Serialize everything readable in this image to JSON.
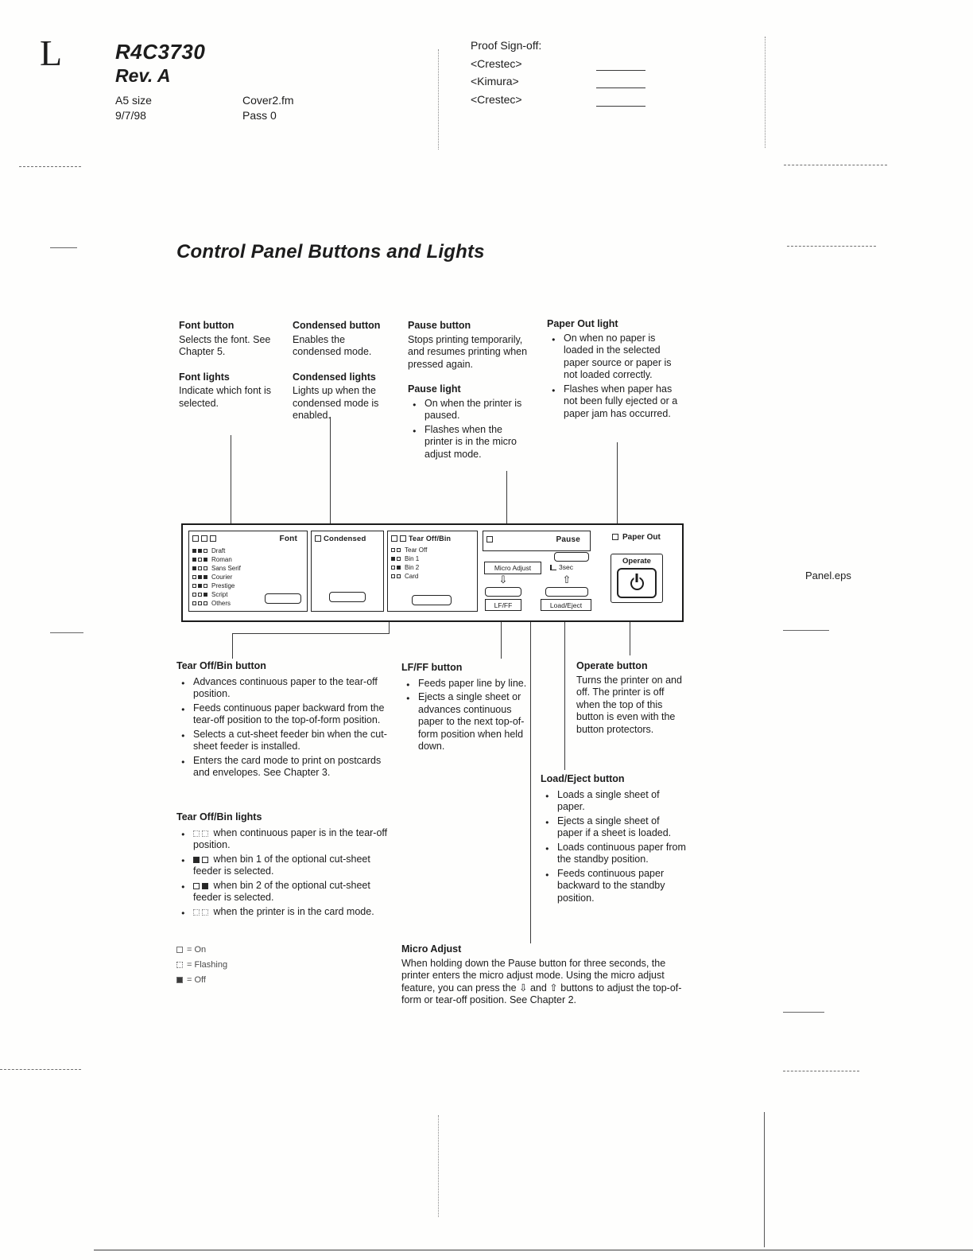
{
  "header": {
    "corner_letter": "L",
    "doc_id": "R4C3730",
    "revision": "Rev. A",
    "paper_size": "A5 size",
    "date": "9/7/98",
    "file_name": "Cover2.fm",
    "pass": "Pass 0",
    "proof_signoff_label": "Proof Sign-off:",
    "signers": [
      "<Crestec>",
      "<Kimura>",
      "<Crestec>"
    ]
  },
  "title": "Control Panel Buttons and Lights",
  "figure_label": "Panel.eps",
  "icons": {
    "down_arrow": "⇩",
    "up_arrow": "⇧"
  },
  "callouts_top": {
    "font_button": {
      "title": "Font button",
      "body": "Selects the font. See Chapter 5."
    },
    "font_lights": {
      "title": "Font lights",
      "body": "Indicate which font is selected."
    },
    "condensed_button": {
      "title": "Condensed button",
      "body": "Enables the condensed mode."
    },
    "condensed_lights": {
      "title": "Condensed lights",
      "body": "Lights up when the condensed mode is enabled."
    },
    "pause_button": {
      "title": "Pause button",
      "body": "Stops printing temporarily, and resumes printing when pressed again."
    },
    "pause_light": {
      "title": "Pause light",
      "bullets": [
        "On when the printer is paused.",
        "Flashes when the printer is in the micro adjust mode."
      ]
    },
    "paper_out_light": {
      "title": "Paper Out light",
      "bullets": [
        "On when no paper is loaded in the selected paper source or paper is not loaded correctly.",
        "Flashes when paper has not been fully ejected or a paper jam has occurred."
      ]
    }
  },
  "panel": {
    "font": {
      "label": "Font",
      "header_leds": [
        "open",
        "open",
        "open"
      ],
      "rows": [
        {
          "leds": [
            "solid",
            "solid",
            "open"
          ],
          "label": "Draft"
        },
        {
          "leds": [
            "solid",
            "open",
            "solid"
          ],
          "label": "Roman"
        },
        {
          "leds": [
            "solid",
            "open",
            "open"
          ],
          "label": "Sans Serif"
        },
        {
          "leds": [
            "open",
            "solid",
            "solid"
          ],
          "label": "Courier"
        },
        {
          "leds": [
            "open",
            "solid",
            "open"
          ],
          "label": "Prestige"
        },
        {
          "leds": [
            "open",
            "open",
            "solid"
          ],
          "label": "Script"
        },
        {
          "leds": [
            "open",
            "open",
            "open"
          ],
          "label": "Others"
        }
      ]
    },
    "condensed": {
      "label": "Condensed",
      "header_leds": [
        "open"
      ]
    },
    "tearoff": {
      "label": "Tear Off/Bin",
      "header_leds": [
        "open",
        "open"
      ],
      "rows": [
        {
          "leds": [
            "open",
            "open"
          ],
          "label": "Tear Off"
        },
        {
          "leds": [
            "solid",
            "open"
          ],
          "label": "Bin 1"
        },
        {
          "leds": [
            "open",
            "solid"
          ],
          "label": "Bin 2"
        },
        {
          "leds": [
            "open",
            "open"
          ],
          "label": "Card"
        }
      ]
    },
    "pause": {
      "label": "Pause",
      "header_leds": [
        "open"
      ],
      "micro_adjust_label": "Micro Adjust",
      "hold_label": "3sec",
      "lfff_label": "LF/FF",
      "load_eject_label": "Load/Eject"
    },
    "paper_out": {
      "label": "Paper Out",
      "header_leds": [
        "open"
      ]
    },
    "operate_label": "Operate"
  },
  "callouts_bottom": {
    "tearoff_button": {
      "title": "Tear Off/Bin button",
      "bullets": [
        "Advances continuous paper to the tear-off position.",
        "Feeds continuous paper backward from the tear-off position to the top-of-form position.",
        "Selects a cut-sheet feeder bin when the cut-sheet feeder is installed.",
        "Enters the card mode to print on postcards and envelopes. See Chapter 3."
      ]
    },
    "tearoff_lights": {
      "title": "Tear Off/Bin lights",
      "bullets": [
        {
          "leds": [
            "dash",
            "dash"
          ],
          "text": "when continuous paper is in the tear-off position."
        },
        {
          "leds": [
            "solid",
            "open"
          ],
          "text": "when bin 1 of the optional cut-sheet feeder is selected."
        },
        {
          "leds": [
            "open",
            "solid"
          ],
          "text": "when bin 2 of the optional cut-sheet feeder is selected."
        },
        {
          "leds": [
            "dash",
            "dash"
          ],
          "text": "when the printer is in the card mode."
        }
      ]
    },
    "lfff_button": {
      "title": "LF/FF button",
      "bullets": [
        "Feeds paper line by line.",
        "Ejects a single sheet or advances continuous paper to the next top-of-form position when held down."
      ]
    },
    "operate_button": {
      "title": "Operate button",
      "body": "Turns the printer on and off. The printer is off when the top of this button is even with the button protectors."
    },
    "load_eject_button": {
      "title": "Load/Eject button",
      "bullets": [
        "Loads a single sheet of paper.",
        "Ejects a single sheet of paper if a sheet is loaded.",
        "Loads continuous paper from the standby position.",
        "Feeds continuous paper backward to the standby position."
      ]
    },
    "micro_adjust": {
      "title": "Micro Adjust",
      "body": "When holding down the Pause button for three seconds, the printer enters the micro adjust mode. Using the micro adjust feature, you can press the ⇩ and ⇧ buttons to adjust the top-of-form or tear-off position. See Chapter 2."
    }
  },
  "legend": [
    {
      "leds": [
        "open"
      ],
      "text": "= On"
    },
    {
      "leds": [
        "dash"
      ],
      "text": "= Flashing"
    },
    {
      "leds": [
        "solid"
      ],
      "text": "= Off"
    }
  ]
}
